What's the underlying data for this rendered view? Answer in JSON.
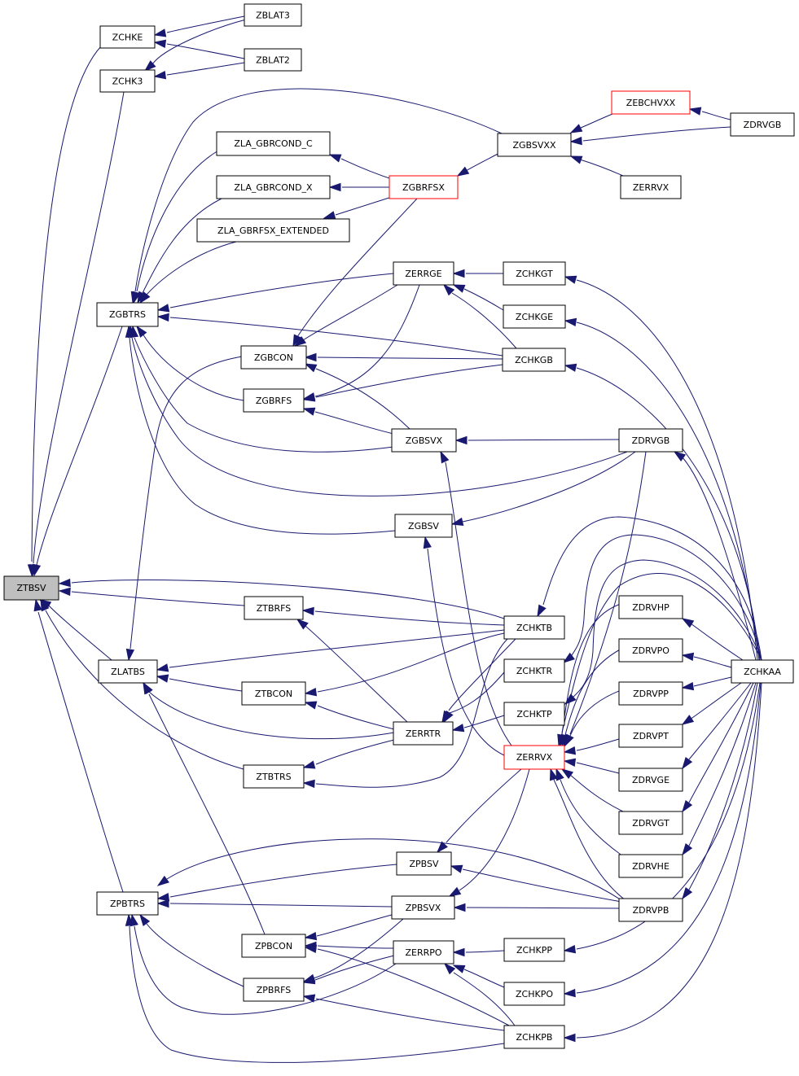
{
  "colors": {
    "edge": "#191970",
    "border": "#000000",
    "highlight_border": "#ff0000",
    "root_fill": "#bfbfbf"
  },
  "nodes": {
    "ztbsv": "ZTBSV",
    "zchke": "ZCHKE",
    "zchk3": "ZCHK3",
    "zblat3": "ZBLAT3",
    "zblat2": "ZBLAT2",
    "zgbtrs": "ZGBTRS",
    "zlatbs": "ZLATBS",
    "zpbtrs": "ZPBTRS",
    "zla_gbrcond_c": "ZLA_GBRCOND_C",
    "zla_gbrcond_x": "ZLA_GBRCOND_X",
    "zla_gbrfsx_extended": "ZLA_GBRFSX_EXTENDED",
    "zgbcon": "ZGBCON",
    "zgbrfs": "ZGBRFS",
    "ztbrfs": "ZTBRFS",
    "ztbcon": "ZTBCON",
    "ztbtrs": "ZTBTRS",
    "zpbcon": "ZPBCON",
    "zpbrfs": "ZPBRFS",
    "zgbrfsx": "ZGBRFSX",
    "zerrge": "ZERRGE",
    "zgbsvx": "ZGBSVX",
    "zgbsv": "ZGBSV",
    "zerrtr": "ZERRTR",
    "zpbsv": "ZPBSV",
    "zpbsvx": "ZPBSVX",
    "zerrpo": "ZERRPO",
    "zgbsvxx": "ZGBSVXX",
    "zchkgt": "ZCHKGT",
    "zchkge": "ZCHKGE",
    "zchkgb": "ZCHKGB",
    "zchktb": "ZCHKTB",
    "zchktr": "ZCHKTR",
    "zchktp": "ZCHKTP",
    "zerrvx": "ZERRVX",
    "zchkpp": "ZCHKPP",
    "zchkpo": "ZCHKPO",
    "zchkpb": "ZCHKPB",
    "zebchvxx": "ZEBCHVXX",
    "zerrvx_top": "ZERRVX",
    "zdrvgb": "ZDRVGB",
    "zdrvhp": "ZDRVHP",
    "zdrvpo": "ZDRVPO",
    "zdrvpp": "ZDRVPP",
    "zdrvpt": "ZDRVPT",
    "zdrvge": "ZDRVGE",
    "zdrvgt": "ZDRVGT",
    "zdrvhe": "ZDRVHE",
    "zdrvpb": "ZDRVPB",
    "zdrvgb_right": "ZDRVGB",
    "zchkaa": "ZCHKAA"
  }
}
